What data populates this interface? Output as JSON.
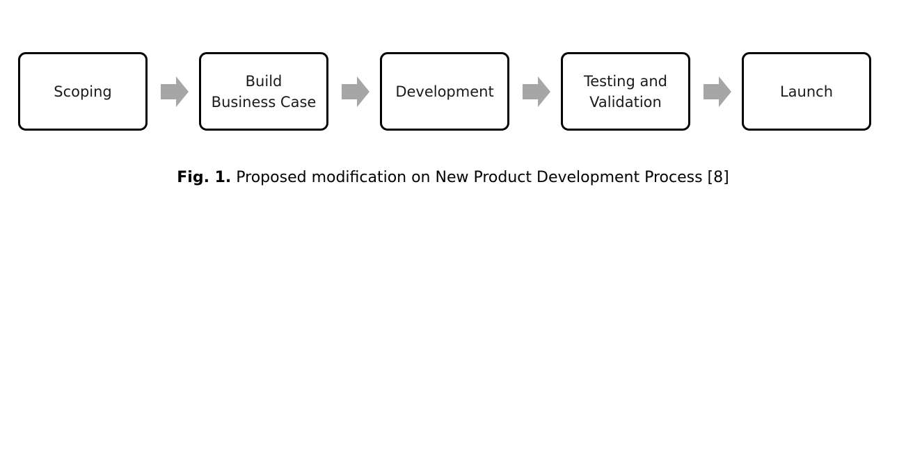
{
  "diagram": {
    "steps": [
      {
        "lines": [
          "Scoping"
        ]
      },
      {
        "lines": [
          "Build",
          "Business Case"
        ]
      },
      {
        "lines": [
          "Development"
        ]
      },
      {
        "lines": [
          "Testing and",
          "Validation"
        ]
      },
      {
        "lines": [
          "Launch"
        ]
      }
    ],
    "arrow_color": "#a6a6a6",
    "border_color": "#000000"
  },
  "caption": {
    "label": "Fig. 1.",
    "text": "Proposed modification on New Product Development Process [8]"
  }
}
